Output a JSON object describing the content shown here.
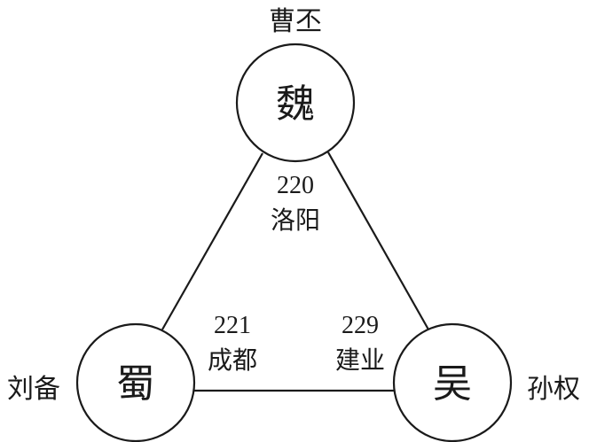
{
  "kingdoms": {
    "wei": {
      "name": "魏",
      "ruler": "曹丕",
      "year": "220",
      "capital": "洛阳"
    },
    "shu": {
      "name": "蜀",
      "ruler": "刘备",
      "year": "221",
      "capital": "成都"
    },
    "wu": {
      "name": "吴",
      "ruler": "孙权",
      "year": "229",
      "capital": "建业"
    }
  }
}
